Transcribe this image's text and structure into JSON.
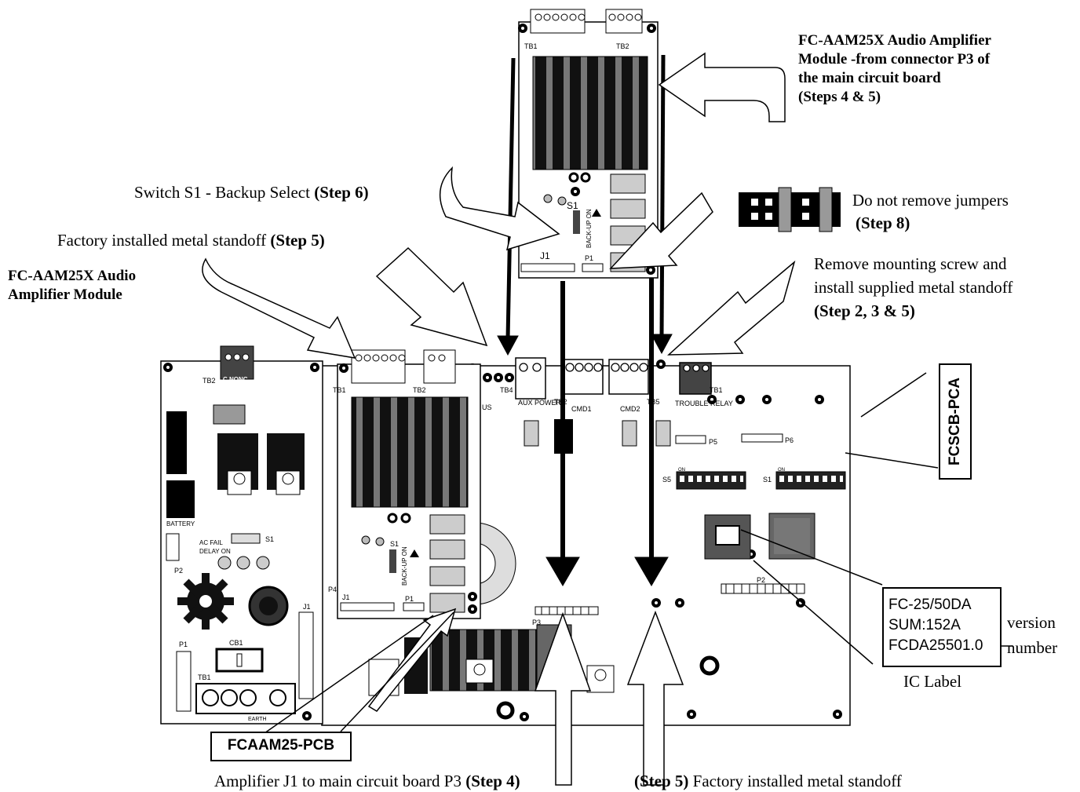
{
  "callouts": {
    "aam_top_l1": "FC-AAM25X Audio Amplifier",
    "aam_top_l2": "Module -from connector P3 of",
    "aam_top_l3": "the main circuit board",
    "aam_top_l4": "(Steps 4 & 5)",
    "switch_s1_text": "Switch S1 - Backup Select ",
    "switch_s1_step": "(Step 6)",
    "standoff_top_text": "Factory installed metal standoff ",
    "standoff_top_step": "(Step 5)",
    "aam_left_l1": "FC-AAM25X Audio",
    "aam_left_l2": "Amplifier Module",
    "jumpers_text": "Do not remove jumpers",
    "jumpers_step": "(Step 8)",
    "remove_l1": "Remove mounting screw and",
    "remove_l2": "install supplied metal standoff",
    "remove_l3": "(Step 2, 3 & 5)",
    "fcscb": "FCSCB-PCA",
    "ic_line1": "FC-25/50DA",
    "ic_line2": "SUM:152A",
    "ic_line3": "FCDA25501.0",
    "version_l1": "version",
    "version_l2": "number",
    "ic_label": "IC Label",
    "fcaam_pcb": "FCAAM25-PCB",
    "bottom_left_text": "Amplifier J1 to main circuit board P3 ",
    "bottom_left_step": "(Step 4)",
    "bottom_right_step": "(Step 5)",
    "bottom_right_text": " Factory installed metal standoff"
  },
  "board_labels": {
    "tb1": "TB1",
    "tb2": "TB2",
    "tb4": "TB4",
    "tb5": "TB5",
    "s1": "S1",
    "j1": "J1",
    "p1": "P1",
    "p2": "P2",
    "p3": "P3",
    "p4": "P4",
    "p5": "P5",
    "p6": "P6",
    "s5": "S5",
    "cb1": "CB1",
    "backup_on": "BACK-UP ON",
    "battery": "BATTERY",
    "ac_fail": "AC FAIL",
    "delay_on": "DELAY ON",
    "c_nonc": "C NONC",
    "aux_power": "AUX POWER",
    "cmd1": "CMD1",
    "cmd2": "CMD2",
    "trouble_relay": "TROUBLE RELAY",
    "on": "ON",
    "earth": "EARTH",
    "us": "US"
  }
}
